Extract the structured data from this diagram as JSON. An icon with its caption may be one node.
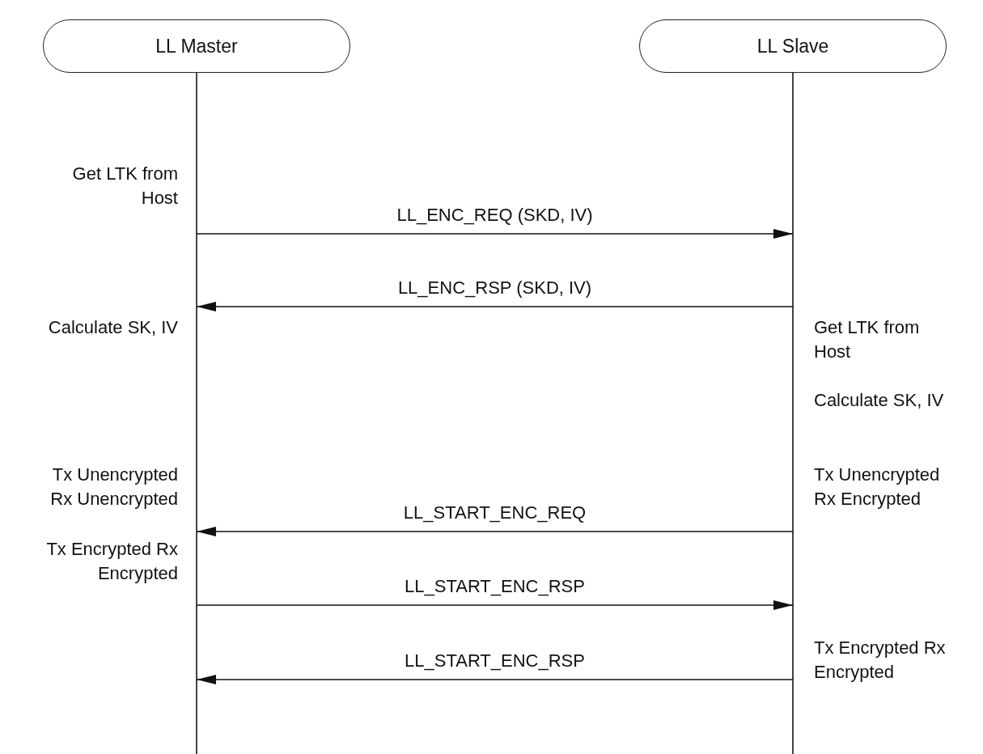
{
  "diagram": {
    "nodes": [
      {
        "text": [
          "LL Master"
        ]
      },
      {
        "text": [
          "LL Slave"
        ]
      }
    ],
    "edges": [
      {
        "from": 0,
        "to": 1,
        "arrow": "to",
        "label": "LL_ENC_REQ (SKD, IV)"
      },
      {
        "from": 1,
        "to": 0,
        "arrow": "to",
        "label": "LL_ENC_RSP (SKD, IV)"
      },
      {
        "from": 1,
        "to": 0,
        "arrow": "to",
        "label": "LL_START_ENC_REQ"
      },
      {
        "from": 0,
        "to": 1,
        "arrow": "to",
        "label": "LL_START_ENC_RSP"
      },
      {
        "from": 1,
        "to": 0,
        "arrow": "to",
        "label": "LL_START_ENC_RSP"
      }
    ],
    "labels": [
      "Get LTK from Host",
      "Calculate SK, IV",
      "Get LTK from Host",
      "Calculate SK, IV",
      "Tx Unencrypted Rx Unencrypted",
      "Tx Unencrypted Rx Encrypted",
      "Tx Encrypted Rx Encrypted",
      "Tx Encrypted Rx Encrypted"
    ]
  }
}
